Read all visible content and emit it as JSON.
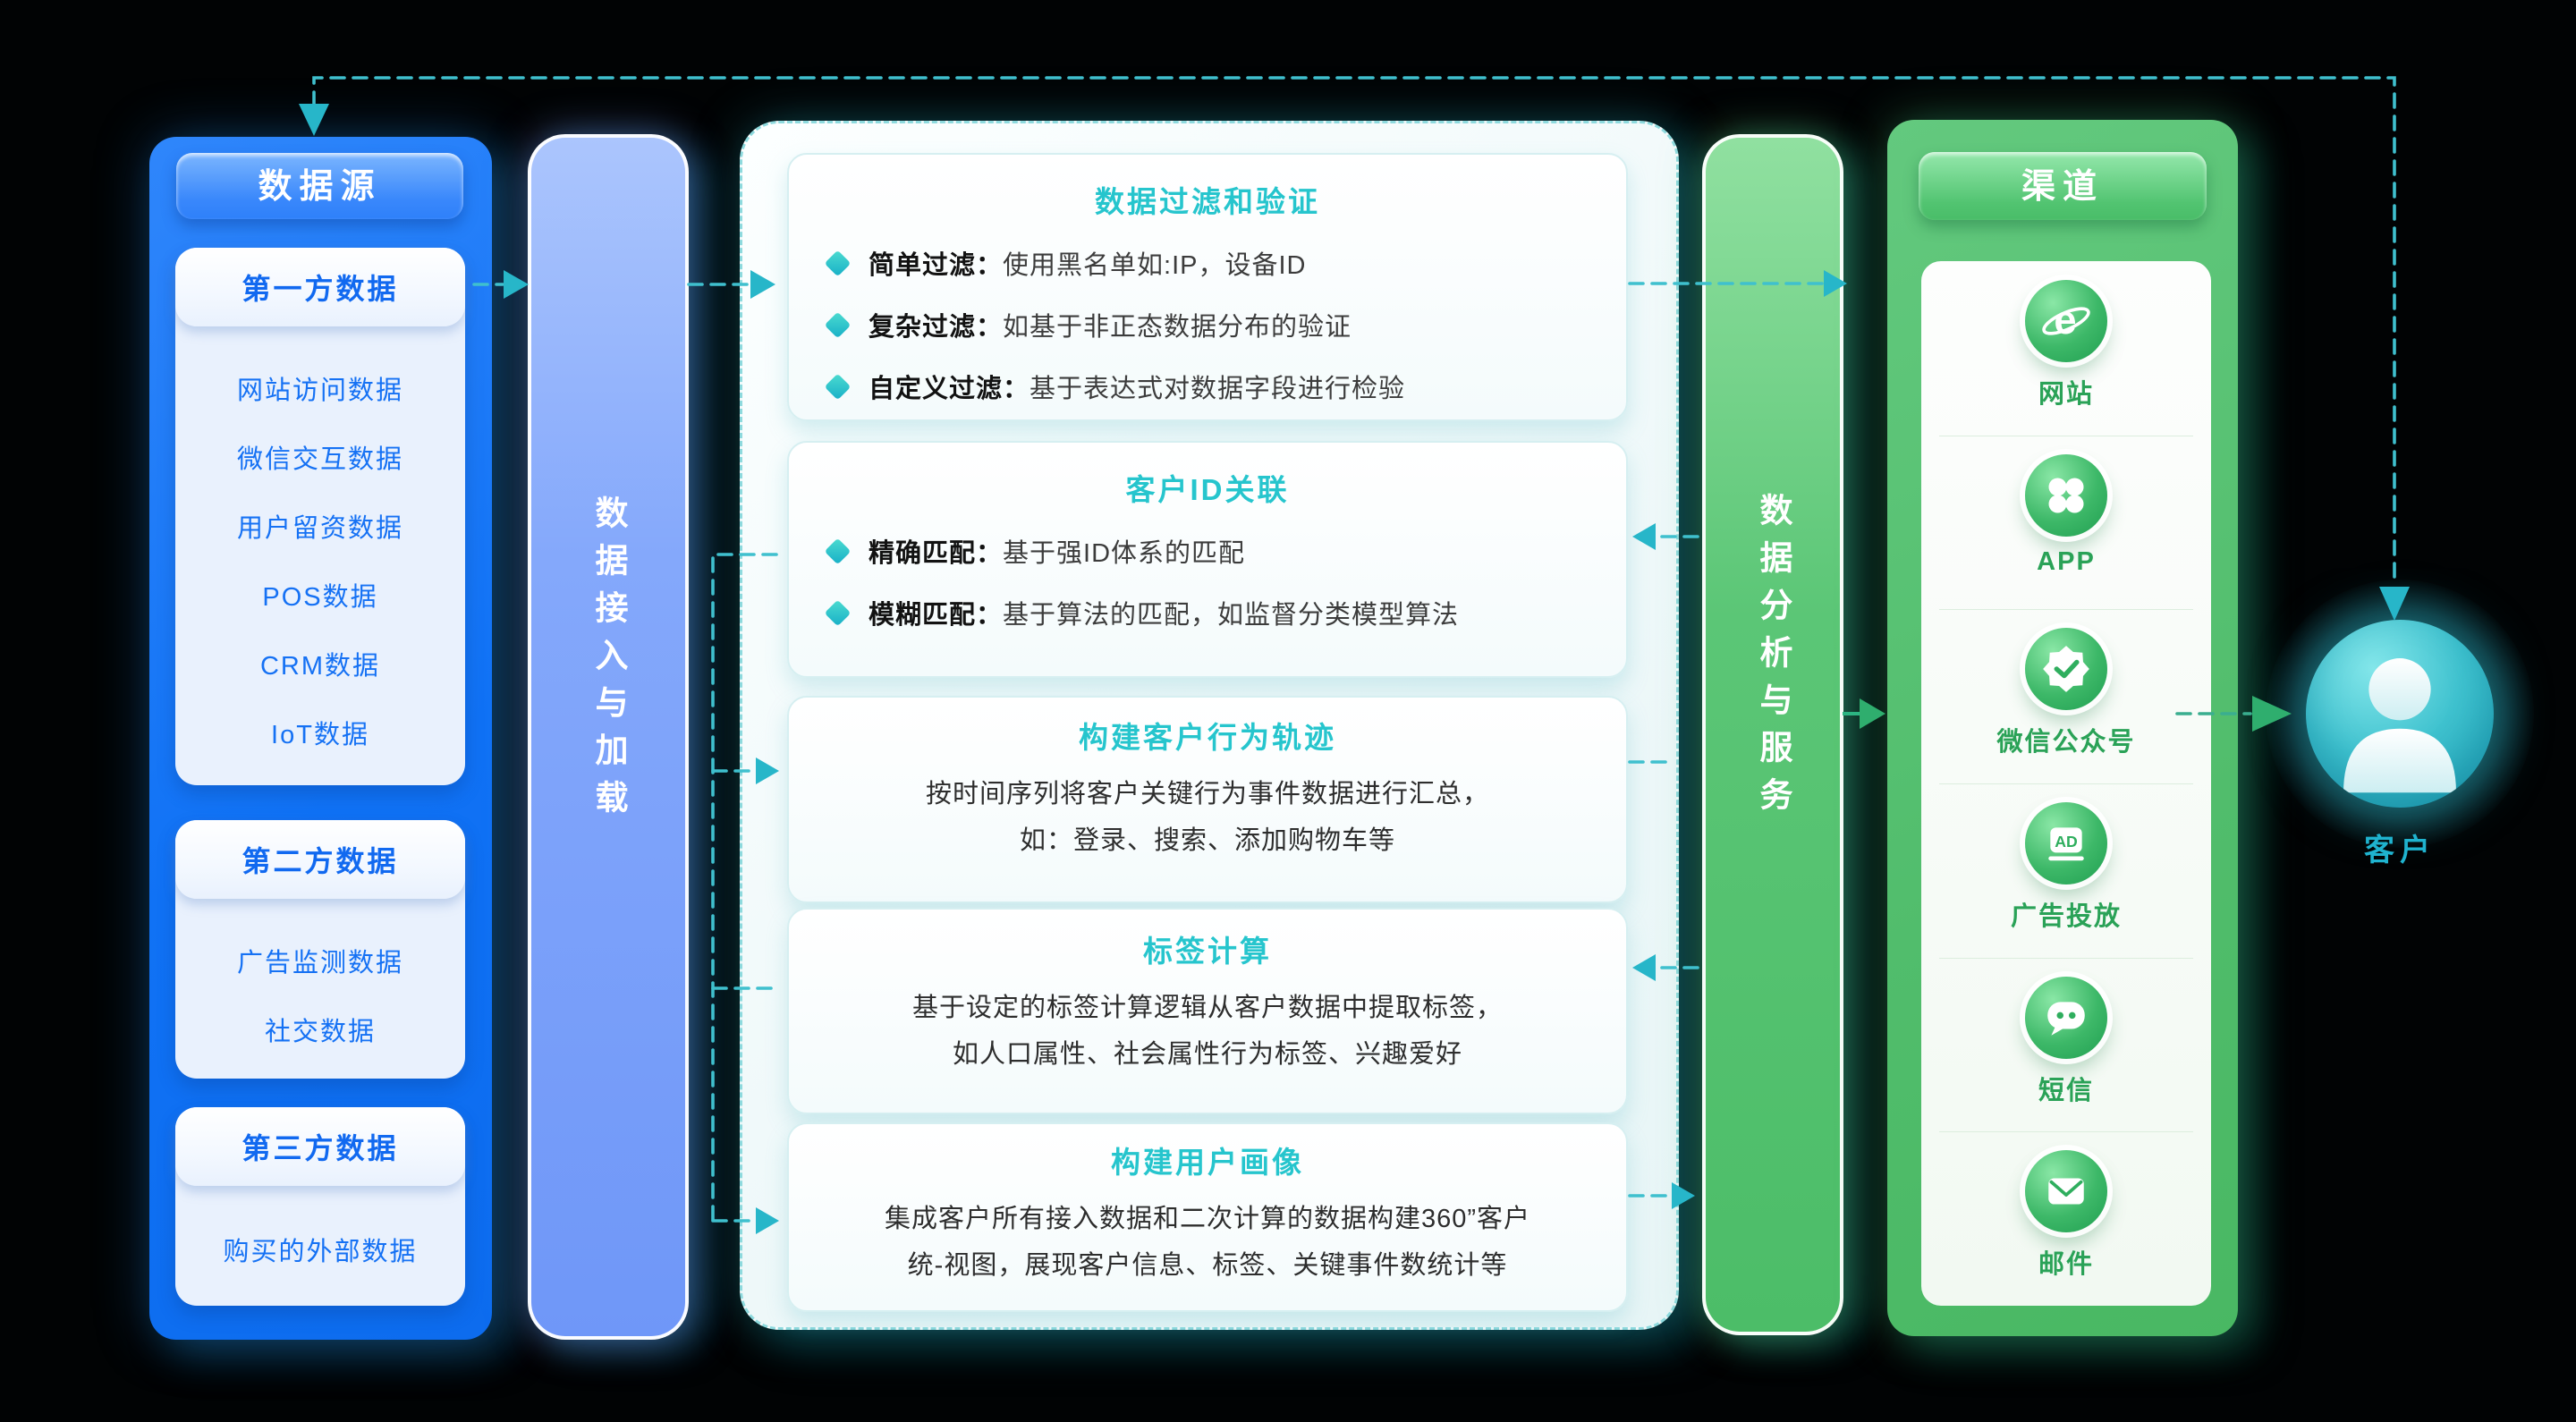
{
  "colors": {
    "source_blue": "#1577f7",
    "process_teal": "#26c5cd",
    "channel_green": "#57c172",
    "connector_teal": "#3fc0ce",
    "connector_green": "#2fae6e"
  },
  "source_panel": {
    "title": "数据源",
    "cards": [
      {
        "title": "第一方数据",
        "items": [
          "网站访问数据",
          "微信交互数据",
          "用户留资数据",
          "POS数据",
          "CRM数据",
          "IoT数据"
        ]
      },
      {
        "title": "第二方数据",
        "items": [
          "广告监测数据",
          "社交数据"
        ]
      },
      {
        "title": "第三方数据",
        "items": [
          "购买的外部数据"
        ]
      }
    ]
  },
  "ingest_bar": {
    "label": "数据接入与加载"
  },
  "process_panel": {
    "boxes": [
      {
        "title": "数据过滤和验证",
        "bullets": [
          {
            "label": "简单过滤：",
            "text": "使用黑名单如:IP，设备ID"
          },
          {
            "label": "复杂过滤：",
            "text": "如基于非正态数据分布的验证"
          },
          {
            "label": "自定义过滤：",
            "text": "基于表达式对数据字段进行检验"
          }
        ]
      },
      {
        "title": "客户ID关联",
        "bullets": [
          {
            "label": "精确匹配：",
            "text": "基于强ID体系的匹配"
          },
          {
            "label": "模糊匹配：",
            "text": "基于算法的匹配，如监督分类模型算法"
          }
        ]
      },
      {
        "title": "构建客户行为轨迹",
        "lines": [
          "按时间序列将客户关键行为事件数据进行汇总，",
          "如：登录、搜索、添加购物车等"
        ]
      },
      {
        "title": "标签计算",
        "lines": [
          "基于设定的标签计算逻辑从客户数据中提取标签，",
          "如人口属性、社会属性行为标签、兴趣爱好"
        ]
      },
      {
        "title": "构建用户画像",
        "lines": [
          "集成客户所有接入数据和二次计算的数据构建360”客户",
          "统-视图，展现客户信息、标签、关键事件数统计等"
        ]
      }
    ]
  },
  "analysis_bar": {
    "label": "数据分析与服务"
  },
  "channel_panel": {
    "title": "渠道",
    "items": [
      {
        "icon": "browser-icon",
        "label": "网站"
      },
      {
        "icon": "app-icon",
        "label": "APP"
      },
      {
        "icon": "wechat-official-icon",
        "label": "微信公众号"
      },
      {
        "icon": "ad-icon",
        "label": "广告投放",
        "badge": "AD"
      },
      {
        "icon": "sms-icon",
        "label": "短信"
      },
      {
        "icon": "mail-icon",
        "label": "邮件"
      }
    ]
  },
  "customer": {
    "label": "客户"
  }
}
